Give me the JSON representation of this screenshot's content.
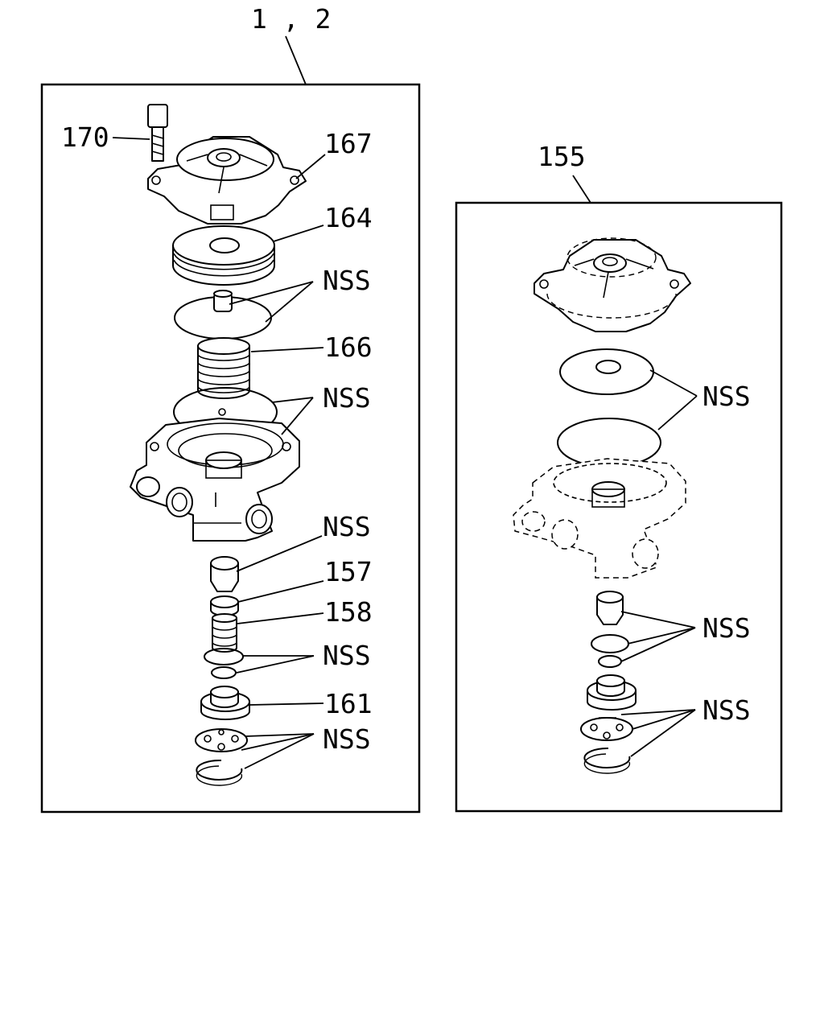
{
  "assembly_label": "1 , 2",
  "kit_label": "155",
  "left_callouts": {
    "bolt": "170",
    "cover": "167",
    "piston": "164",
    "nss_1": "NSS",
    "spring": "166",
    "nss_2": "NSS",
    "nss_3": "NSS",
    "valve": "157",
    "valve_spring": "158",
    "nss_4": "NSS",
    "retainer": "161",
    "nss_5": "NSS"
  },
  "right_callouts": {
    "nss_1": "NSS",
    "nss_2": "NSS",
    "nss_3": "NSS"
  }
}
